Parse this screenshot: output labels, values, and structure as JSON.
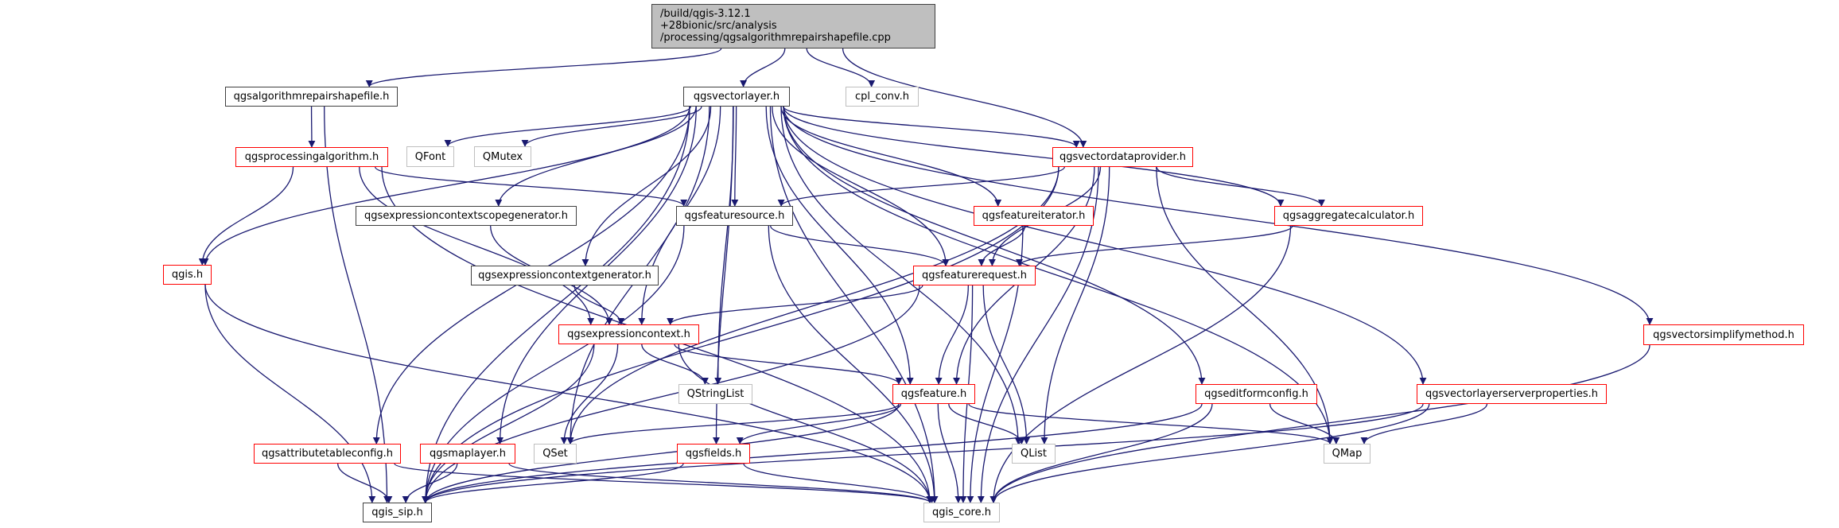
{
  "diagram": {
    "type": "include-dependency-graph",
    "edge_color": "#191970",
    "node_styles": {
      "root": {
        "fill": "#bfbfbf",
        "border": "#404040"
      },
      "documented": {
        "fill": "#ffffff",
        "border": "#404040"
      },
      "incomplete": {
        "fill": "#ffffff",
        "border": "#ff0000"
      },
      "external": {
        "fill": "#ffffff",
        "border": "#bfbfbf"
      }
    },
    "nodes": [
      {
        "id": "root",
        "label_lines": [
          "/build/qgis-3.12.1",
          "+28bionic/src/analysis",
          "/processing/qgsalgorithmrepairshapefile.cpp"
        ],
        "style": "root"
      },
      {
        "id": "repairshapefile_h",
        "label": "qgsalgorithmrepairshapefile.h",
        "style": "documented"
      },
      {
        "id": "vectorlayer_h",
        "label": "qgsvectorlayer.h",
        "style": "documented"
      },
      {
        "id": "cpl_conv_h",
        "label": "cpl_conv.h",
        "style": "external"
      },
      {
        "id": "processingalgorithm_h",
        "label": "qgsprocessingalgorithm.h",
        "style": "incomplete"
      },
      {
        "id": "QFont",
        "label": "QFont",
        "style": "external"
      },
      {
        "id": "QMutex",
        "label": "QMutex",
        "style": "external"
      },
      {
        "id": "vectordataprovider_h",
        "label": "qgsvectordataprovider.h",
        "style": "incomplete"
      },
      {
        "id": "exprctxscopegen_h",
        "label": "qgsexpressioncontextscopegenerator.h",
        "style": "documented"
      },
      {
        "id": "featuresource_h",
        "label": "qgsfeaturesource.h",
        "style": "documented"
      },
      {
        "id": "featureiterator_h",
        "label": "qgsfeatureiterator.h",
        "style": "incomplete"
      },
      {
        "id": "aggregatecalc_h",
        "label": "qgsaggregatecalculator.h",
        "style": "incomplete"
      },
      {
        "id": "qgis_h",
        "label": "qgis.h",
        "style": "incomplete"
      },
      {
        "id": "exprctxgen_h",
        "label": "qgsexpressioncontextgenerator.h",
        "style": "documented"
      },
      {
        "id": "featurerequest_h",
        "label": "qgsfeaturerequest.h",
        "style": "incomplete"
      },
      {
        "id": "exprctx_h",
        "label": "qgsexpressioncontext.h",
        "style": "incomplete"
      },
      {
        "id": "simplifymethod_h",
        "label": "qgsvectorsimplifymethod.h",
        "style": "incomplete"
      },
      {
        "id": "QStringList",
        "label": "QStringList",
        "style": "external"
      },
      {
        "id": "feature_h",
        "label": "qgsfeature.h",
        "style": "incomplete"
      },
      {
        "id": "editformconfig_h",
        "label": "qgseditformconfig.h",
        "style": "incomplete"
      },
      {
        "id": "serverprops_h",
        "label": "qgsvectorlayerserverproperties.h",
        "style": "incomplete"
      },
      {
        "id": "attrtableconfig_h",
        "label": "qgsattributetableconfig.h",
        "style": "incomplete"
      },
      {
        "id": "maplayer_h",
        "label": "qgsmaplayer.h",
        "style": "incomplete"
      },
      {
        "id": "QSet",
        "label": "QSet",
        "style": "external"
      },
      {
        "id": "fields_h",
        "label": "qgsfields.h",
        "style": "incomplete"
      },
      {
        "id": "QList",
        "label": "QList",
        "style": "external"
      },
      {
        "id": "QMap",
        "label": "QMap",
        "style": "external"
      },
      {
        "id": "qgis_sip_h",
        "label": "qgis_sip.h",
        "style": "documented"
      },
      {
        "id": "qgis_core_h",
        "label": "qgis_core.h",
        "style": "external"
      }
    ],
    "edges": [
      [
        "root",
        "repairshapefile_h"
      ],
      [
        "root",
        "vectorlayer_h"
      ],
      [
        "root",
        "cpl_conv_h"
      ],
      [
        "root",
        "vectordataprovider_h"
      ],
      [
        "repairshapefile_h",
        "processingalgorithm_h"
      ],
      [
        "repairshapefile_h",
        "qgis_sip_h"
      ],
      [
        "vectorlayer_h",
        "QFont"
      ],
      [
        "vectorlayer_h",
        "QMutex"
      ],
      [
        "vectorlayer_h",
        "vectordataprovider_h"
      ],
      [
        "vectorlayer_h",
        "exprctxscopegen_h"
      ],
      [
        "vectorlayer_h",
        "featuresource_h"
      ],
      [
        "vectorlayer_h",
        "featureiterator_h"
      ],
      [
        "vectorlayer_h",
        "aggregatecalc_h"
      ],
      [
        "vectorlayer_h",
        "qgis_h"
      ],
      [
        "vectorlayer_h",
        "exprctxgen_h"
      ],
      [
        "vectorlayer_h",
        "featurerequest_h"
      ],
      [
        "vectorlayer_h",
        "exprctx_h"
      ],
      [
        "vectorlayer_h",
        "simplifymethod_h"
      ],
      [
        "vectorlayer_h",
        "QStringList"
      ],
      [
        "vectorlayer_h",
        "feature_h"
      ],
      [
        "vectorlayer_h",
        "editformconfig_h"
      ],
      [
        "vectorlayer_h",
        "serverprops_h"
      ],
      [
        "vectorlayer_h",
        "attrtableconfig_h"
      ],
      [
        "vectorlayer_h",
        "maplayer_h"
      ],
      [
        "vectorlayer_h",
        "QSet"
      ],
      [
        "vectorlayer_h",
        "fields_h"
      ],
      [
        "vectorlayer_h",
        "QList"
      ],
      [
        "vectorlayer_h",
        "QMap"
      ],
      [
        "vectorlayer_h",
        "qgis_sip_h"
      ],
      [
        "vectorlayer_h",
        "qgis_core_h"
      ],
      [
        "processingalgorithm_h",
        "qgis_h"
      ],
      [
        "processingalgorithm_h",
        "featuresource_h"
      ],
      [
        "processingalgorithm_h",
        "exprctx_h"
      ],
      [
        "processingalgorithm_h",
        "qgis_core_h"
      ],
      [
        "vectordataprovider_h",
        "featuresource_h"
      ],
      [
        "vectordataprovider_h",
        "aggregatecalc_h"
      ],
      [
        "vectordataprovider_h",
        "featurerequest_h"
      ],
      [
        "vectordataprovider_h",
        "feature_h"
      ],
      [
        "vectordataprovider_h",
        "QList"
      ],
      [
        "vectordataprovider_h",
        "QMap"
      ],
      [
        "vectordataprovider_h",
        "QSet"
      ],
      [
        "vectordataprovider_h",
        "qgis_sip_h"
      ],
      [
        "vectordataprovider_h",
        "qgis_core_h"
      ],
      [
        "exprctxscopegen_h",
        "exprctx_h"
      ],
      [
        "featuresource_h",
        "featurerequest_h"
      ],
      [
        "featuresource_h",
        "qgis_sip_h"
      ],
      [
        "featuresource_h",
        "qgis_core_h"
      ],
      [
        "featureiterator_h",
        "featurerequest_h"
      ],
      [
        "featureiterator_h",
        "qgis_core_h"
      ],
      [
        "aggregatecalc_h",
        "featurerequest_h"
      ],
      [
        "aggregatecalc_h",
        "qgis_core_h"
      ],
      [
        "qgis_h",
        "qgis_sip_h"
      ],
      [
        "qgis_h",
        "qgis_core_h"
      ],
      [
        "exprctxgen_h",
        "exprctx_h"
      ],
      [
        "featurerequest_h",
        "exprctx_h"
      ],
      [
        "featurerequest_h",
        "feature_h"
      ],
      [
        "featurerequest_h",
        "QList"
      ],
      [
        "featurerequest_h",
        "qgis_sip_h"
      ],
      [
        "featurerequest_h",
        "qgis_core_h"
      ],
      [
        "exprctx_h",
        "feature_h"
      ],
      [
        "exprctx_h",
        "QStringList"
      ],
      [
        "exprctx_h",
        "QSet"
      ],
      [
        "exprctx_h",
        "qgis_sip_h"
      ],
      [
        "exprctx_h",
        "qgis_core_h"
      ],
      [
        "simplifymethod_h",
        "qgis_core_h"
      ],
      [
        "feature_h",
        "fields_h"
      ],
      [
        "feature_h",
        "QSet"
      ],
      [
        "feature_h",
        "QList"
      ],
      [
        "feature_h",
        "QMap"
      ],
      [
        "feature_h",
        "qgis_sip_h"
      ],
      [
        "feature_h",
        "qgis_core_h"
      ],
      [
        "editformconfig_h",
        "QMap"
      ],
      [
        "editformconfig_h",
        "qgis_sip_h"
      ],
      [
        "editformconfig_h",
        "qgis_core_h"
      ],
      [
        "serverprops_h",
        "QMap"
      ],
      [
        "serverprops_h",
        "qgis_sip_h"
      ],
      [
        "serverprops_h",
        "qgis_core_h"
      ],
      [
        "attrtableconfig_h",
        "qgis_sip_h"
      ],
      [
        "attrtableconfig_h",
        "qgis_core_h"
      ],
      [
        "maplayer_h",
        "qgis_sip_h"
      ],
      [
        "maplayer_h",
        "qgis_core_h"
      ],
      [
        "fields_h",
        "qgis_sip_h"
      ],
      [
        "fields_h",
        "qgis_core_h"
      ]
    ]
  }
}
